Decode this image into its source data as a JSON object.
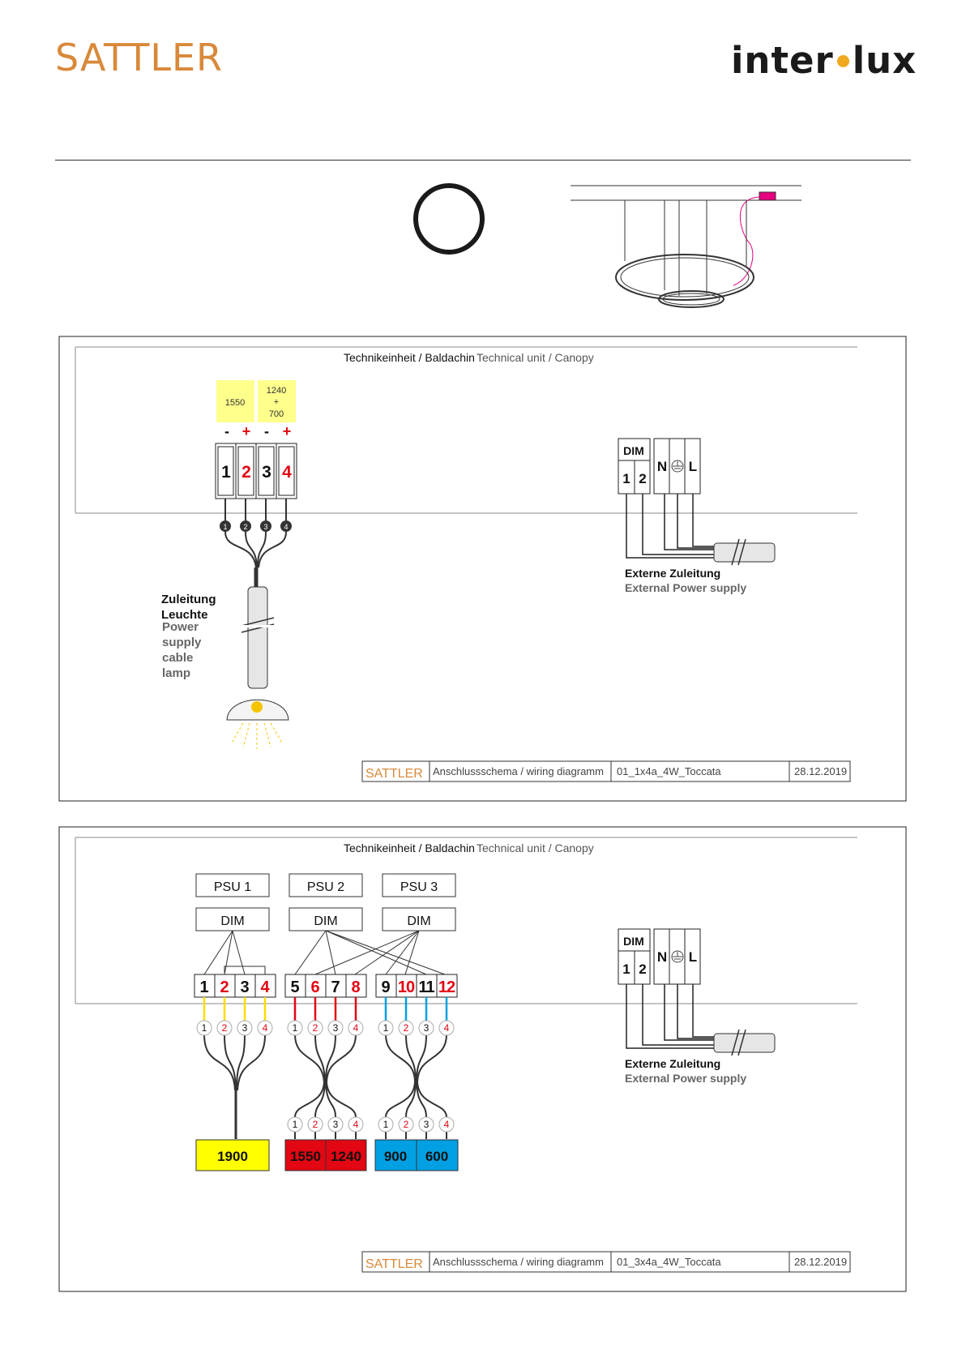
{
  "header": {
    "brand_left": "SATTLER",
    "brand_right_a": "inter",
    "brand_right_b": "lux"
  },
  "colors": {
    "sattler_orange": "#d8893a",
    "interlux_dot": "#f0a81e",
    "yellow": "#ffff00",
    "red": "#e30613",
    "blue": "#00a0e3",
    "pink_unit": "#e6007e"
  },
  "diagram1": {
    "canopy_title_de": "Technikeinheit / Baldachin",
    "canopy_title_en": "Technical unit / Canopy",
    "driver_a": "1550",
    "driver_b_1": "1240",
    "driver_b_2": "+",
    "driver_b_3": "700",
    "polarity": [
      "-",
      "+",
      "-",
      "+"
    ],
    "terminals": [
      "1",
      "2",
      "3",
      "4"
    ],
    "wire_numbers": [
      "1",
      "2",
      "3",
      "4"
    ],
    "lamp_cable_de_1": "Zuleitung",
    "lamp_cable_de_2": "Leuchte",
    "lamp_cable_en_1": "Power",
    "lamp_cable_en_2": "supply",
    "lamp_cable_en_3": "cable",
    "lamp_cable_en_4": "lamp",
    "dim_label": "DIM",
    "dim_terminals": [
      "1",
      "2"
    ],
    "mains_N": "N",
    "mains_L": "L",
    "ext_de": "Externe Zuleitung",
    "ext_en": "External Power supply",
    "footer_brand": "SATTLER",
    "footer_title": "Anschlussschema / wiring diagramm",
    "footer_code": "01_1x4a_4W_Toccata",
    "footer_date": "28.12.2019"
  },
  "diagram2": {
    "canopy_title_de": "Technikeinheit / Baldachin",
    "canopy_title_en": "Technical unit / Canopy",
    "psu": [
      "PSU 1",
      "PSU 2",
      "PSU 3"
    ],
    "dim": [
      "DIM",
      "DIM",
      "DIM"
    ],
    "terminals": [
      "1",
      "2",
      "3",
      "4",
      "5",
      "6",
      "7",
      "8",
      "9",
      "10",
      "11",
      "12"
    ],
    "wire_numbers": [
      "1",
      "2",
      "3",
      "4"
    ],
    "out_1": "1900",
    "out_2a": "1550",
    "out_2b": "1240",
    "out_3a": "900",
    "out_3b": "600",
    "dim_label": "DIM",
    "dim_terminals": [
      "1",
      "2"
    ],
    "mains_N": "N",
    "mains_L": "L",
    "ext_de": "Externe Zuleitung",
    "ext_en": "External Power supply",
    "footer_brand": "SATTLER",
    "footer_title": "Anschlussschema / wiring diagramm",
    "footer_code": "01_3x4a_4W_Toccata",
    "footer_date": "28.12.2019"
  }
}
